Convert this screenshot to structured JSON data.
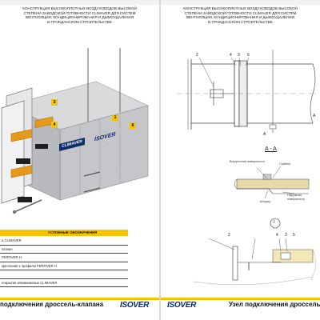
{
  "left_page": {
    "header": [
      "КОНСТРУКЦИЯ ВЫСОКОПЛОТНЫХ ВОЗДУХОВОДОВ ВЫСОКОЙ",
      "СТЕПЕНИ ЗАВОДСКОЙ ГОТОВНОСТИ CLIMAVER ДЛЯ СИСТЕМ",
      "ВЕНТИЛЯЦИИ, КОНДИЦИОНИРОВАНИЯ И ДЫМОУДАЛЕНИЯ",
      "В ГРАЖДАНСКОМ СТРОИТЕЛЬСТВЕ"
    ],
    "callouts": [
      "3",
      "4",
      "1",
      "6"
    ],
    "product_labels": [
      "CLIMAVER",
      "ISOVER"
    ],
    "legend_title": "УСЛОВНЫЕ ОБОЗНАЧЕНИЯ",
    "legend_rows": [
      "а CLIMAVER",
      "клапан",
      "FERFIVER H",
      "крепления к профилю FERFIVER H",
      "",
      "покрытия алюминиевые CLIMAVER"
    ],
    "footer_title": "подключения дроссель-клапана",
    "logo": "ISOVER"
  },
  "right_page": {
    "header": [
      "КОНСТРУКЦИЯ ВЫСОКОПЛОТНЫХ ВОЗДУХОВОДОВ ВЫСОКОЙ",
      "СТЕПЕНИ ЗАВОДСКОЙ ГОТОВНОСТИ CLIMAVER ДЛЯ СИСТЕМ",
      "ВЕНТИЛЯЦИИ, КОНДИЦИОНИРОВАНИЯ И ДЫМОУДАЛЕНИЯ",
      "В ГРАЖДАНСКОМ СТРОИТЕЛЬСТВЕ"
    ],
    "top_callouts": [
      "2",
      "4",
      "3",
      "6"
    ],
    "section_arrow_top": "A",
    "section_arrow_bottom": "A",
    "section_label": "A - A",
    "section_annotations": {
      "outer_surface": "Внутренняя поверхность",
      "flange": "Горбень",
      "shtuts": "Штуцер",
      "inner_surface": "Наружная поверхность"
    },
    "detail_marker": "I",
    "detail_callouts": [
      "2",
      "4",
      "3",
      "5"
    ],
    "footer_title": "Узел подключения дроссель-клапана",
    "logo": "ISOVER"
  },
  "colors": {
    "accent_yellow": "#f5c400",
    "brand_blue": "#0a2a6c",
    "damper_orange": "#e59a1c"
  }
}
